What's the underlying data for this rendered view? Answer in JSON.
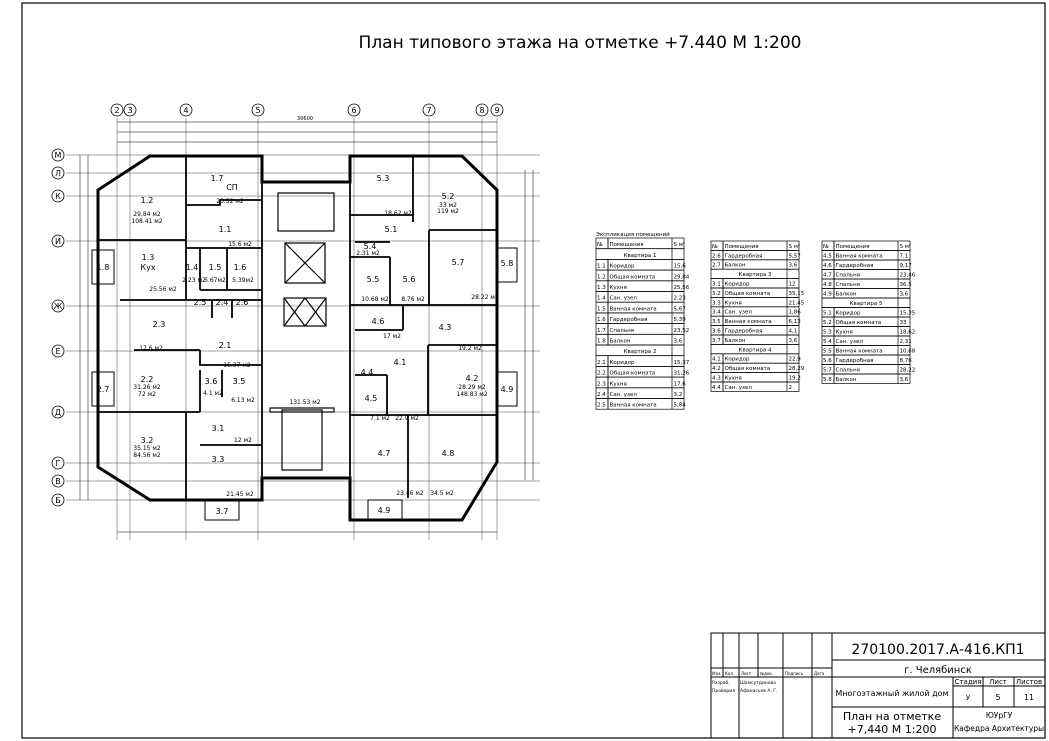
{
  "title": "План типового этажа на отметке +7.440 М 1:200",
  "axes_top": [
    "2",
    "3",
    "4",
    "5",
    "6",
    "7",
    "8",
    "9"
  ],
  "axes_left": [
    "М",
    "Л",
    "К",
    "И",
    "Ж",
    "Е",
    "Д",
    "Г",
    "В",
    "Б"
  ],
  "plan": {
    "overall_dim": "30600",
    "public_area": "131.53 м2",
    "rooms": {
      "r17": "1.7",
      "r17s": "СП",
      "r17a": "23.52 м2",
      "r12": "1.2",
      "r12a": "29.84 м2",
      "r12b": "108.41 м2",
      "r11": "1.1",
      "r11a": "15.6 м2",
      "r13": "1.3",
      "r13s": "Кух",
      "r13a": "25.56 м2",
      "r14": "1.4",
      "r14a": "2.23 м2",
      "r15": "1.5",
      "r15a": "5.67м2",
      "r16": "1.6",
      "r16a": "5.39м2",
      "r18": "1.8",
      "r25": "2.5",
      "r24": "2.4",
      "r26": "2.6",
      "r23": "2.3",
      "r23a": "17.6 м2",
      "r21": "2.1",
      "r21a": "15.37 м2",
      "r22": "2.2",
      "r22a": "31.26 м2",
      "r22b": "72 м2",
      "r27": "2.7",
      "r36": "3.6",
      "r36a": "4.1 м2",
      "r35": "3.5",
      "r35a": "6.13 м2",
      "r31": "3.1",
      "r31a": "12 м2",
      "r32": "3.2",
      "r32a": "35.15 м2",
      "r32b": "84.56 м2",
      "r33": "3.3",
      "r37": "3.7",
      "r33a": "21.45 м2",
      "r53": "5.3",
      "r52": "5.2",
      "r52a": "33 м2",
      "r52b": "119 м2",
      "r51": "5.1",
      "r51a": "18.62 м2",
      "r54": "5.4",
      "r54a": "2.31 м2",
      "r55": "5.5",
      "r55a": "10.68 м2",
      "r56": "5.6",
      "r56a": "8.76 м2",
      "r57": "5.7",
      "r57a": "28.22 м2",
      "r58": "5.8",
      "r46": "4.6",
      "r46a": "17 м2",
      "r43": "4.3",
      "r43a": "19.2 м2",
      "r41": "4.1",
      "r44": "4.4",
      "r45": "4.5",
      "r45a": "7.1 м2",
      "r41a": "22.9 м2",
      "r42": "4.2",
      "r42a": "28.29 м2",
      "r42b": "148.83 м2",
      "r49": "4.9",
      "r47": "4.7",
      "r48": "4.8",
      "r49b": "4.9",
      "r47a": "23.46 м2",
      "r48a": "34.5 м2"
    }
  },
  "explication": {
    "caption": "Экспликация помещений",
    "headers": [
      "№",
      "Помещения",
      "S м²"
    ],
    "tables": [
      [
        [
          "",
          "Квартира 1",
          ""
        ],
        [
          "1.1",
          "Коридор",
          "15,6"
        ],
        [
          "1.2",
          "Общая комната",
          "29,84"
        ],
        [
          "1.3",
          "Кухня",
          "25,56"
        ],
        [
          "1.4",
          "Сан. узел",
          "2,23"
        ],
        [
          "1.5",
          "Ванная комната",
          "5,67"
        ],
        [
          "1.6",
          "Гардеробная",
          "5,39"
        ],
        [
          "1.7",
          "Спальня",
          "23,52"
        ],
        [
          "1.8",
          "Балкон",
          "3,6"
        ],
        [
          "",
          "Квартира 2",
          ""
        ],
        [
          "2.1",
          "Коридор",
          "15,37"
        ],
        [
          "2.2",
          "Общая комната",
          "31,26"
        ],
        [
          "2.3",
          "Кухня",
          "17,6"
        ],
        [
          "2.4",
          "Сан. узел",
          "3,2"
        ],
        [
          "2.5",
          "Ванная комната",
          "5,84"
        ]
      ],
      [
        [
          "2.6",
          "Гардеробная",
          "5,57"
        ],
        [
          "2.7",
          "Балкон",
          "3,6"
        ],
        [
          "",
          "Квартира 3",
          ""
        ],
        [
          "3.1",
          "Коридор",
          "12"
        ],
        [
          "3.2",
          "Общая комната",
          "35,15"
        ],
        [
          "3.3",
          "Кухня",
          "21,45"
        ],
        [
          "3.4",
          "Сан. узел",
          "1,86"
        ],
        [
          "3.5",
          "Ванная комната",
          "6,13"
        ],
        [
          "3.6",
          "Гардеробная",
          "4,1"
        ],
        [
          "3.7",
          "Балкон",
          "3,6"
        ],
        [
          "",
          "Квартира 4",
          ""
        ],
        [
          "4.1",
          "Коридор",
          "22,9"
        ],
        [
          "4.2",
          "Общая комната",
          "28,29"
        ],
        [
          "4.3",
          "Кухня",
          "19,2"
        ],
        [
          "4.4",
          "Сан. узел",
          "2"
        ]
      ],
      [
        [
          "4.5",
          "Ванная комната",
          "7,1"
        ],
        [
          "4.6",
          "Гардеробная",
          "9,17"
        ],
        [
          "4.7",
          "Спальня",
          "23,46"
        ],
        [
          "4.8",
          "Спальня",
          "36,5"
        ],
        [
          "4.9",
          "Балкон",
          "3,6"
        ],
        [
          "",
          "Квартира 5",
          ""
        ],
        [
          "5.1",
          "Коридор",
          "15,35"
        ],
        [
          "5.2",
          "Общая комната",
          "33"
        ],
        [
          "5.3",
          "Кухня",
          "18,62"
        ],
        [
          "5.4",
          "Сан. узел",
          "2,31"
        ],
        [
          "5.5",
          "Ванная комната",
          "10,68"
        ],
        [
          "5.6",
          "Гардеробная",
          "8,76"
        ],
        [
          "5.7",
          "Спальня",
          "28,22"
        ],
        [
          "5.8",
          "Балкон",
          "3,6"
        ]
      ]
    ]
  },
  "title_block": {
    "code": "270100.2017.А-416.КП1",
    "city": "г. Челябинск",
    "object": "Многоэтажный жилой дом",
    "sheet_title_1": "План на отметке",
    "sheet_title_2": "+7,440 М 1:200",
    "col_headers": [
      "Изм.",
      "Кол.",
      "Лист",
      "№док.",
      "Подпись",
      "Дата"
    ],
    "roles": [
      "Разраб.",
      "Проверил"
    ],
    "names": [
      "Шамсутдинова",
      "Афанасьев А. Г."
    ],
    "stage_label": "Стадия",
    "sheet_label": "Лист",
    "sheets_label": "Листов",
    "stage": "У",
    "sheet": "5",
    "sheets": "11",
    "org_1": "ЮУрГУ",
    "org_2": "Кафедра Архитектуры"
  }
}
